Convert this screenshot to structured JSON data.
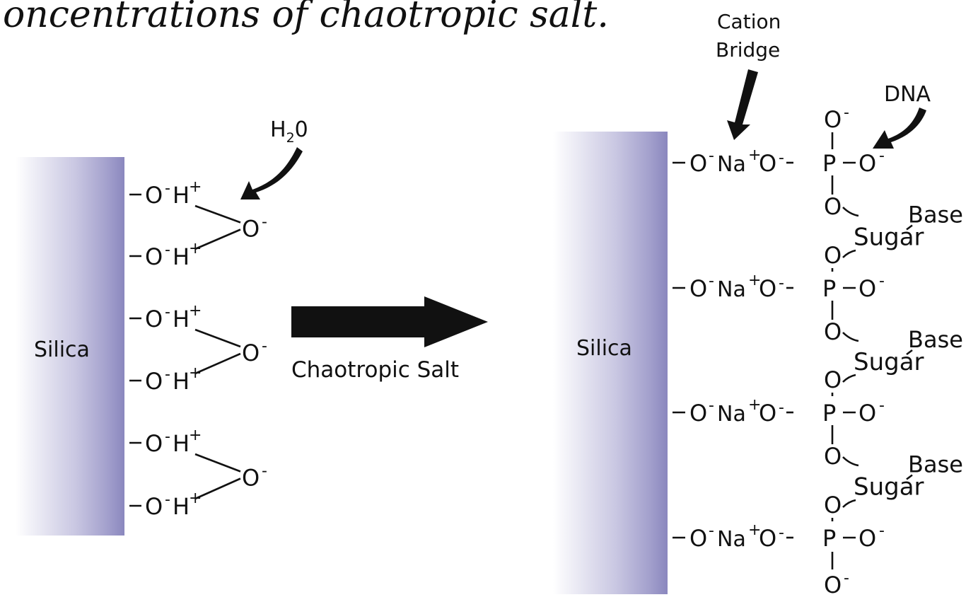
{
  "caption": "oncentrations of chaotropic salt.",
  "left_panel": {
    "silica_label": "Silica",
    "water_label": "H",
    "water_subscript": "2",
    "water_tail": "0",
    "rows": [
      {
        "o": "O",
        "o_charge": "-",
        "h": "H",
        "h_charge": "+"
      },
      {
        "o": "O",
        "o_charge": "-",
        "h": "H",
        "h_charge": "+"
      },
      {
        "o": "O",
        "o_charge": "-",
        "h": "H",
        "h_charge": "+"
      },
      {
        "o": "O",
        "o_charge": "-",
        "h": "H",
        "h_charge": "+"
      },
      {
        "o": "O",
        "o_charge": "-",
        "h": "H",
        "h_charge": "+"
      },
      {
        "o": "O",
        "o_charge": "-",
        "h": "H",
        "h_charge": "+"
      }
    ],
    "bridging_oxygen": {
      "symbol": "O",
      "charge": "-"
    }
  },
  "arrow_label": "Chaotropic Salt",
  "right_panel": {
    "silica_label": "Silica",
    "cation_bridge_label_line1": "Cation",
    "cation_bridge_label_line2": "Bridge",
    "dna_label": "DNA",
    "row": {
      "o": "O",
      "o_charge": "-",
      "na": "Na",
      "na_charge": "+",
      "o2": "O",
      "o2_charge": "-",
      "p": "P",
      "o3": "O",
      "o3_charge": "-"
    },
    "top_oxygen": {
      "symbol": "O",
      "charge": "-"
    },
    "bottom_oxygen": {
      "symbol": "O",
      "charge": "-"
    },
    "linker_oxygen": "O",
    "base_label": "Base",
    "sugar_label": "Sugar"
  },
  "colors": {
    "silica_dark": "#8a87be",
    "silica_light": "#ffffff",
    "ink": "#111111"
  }
}
